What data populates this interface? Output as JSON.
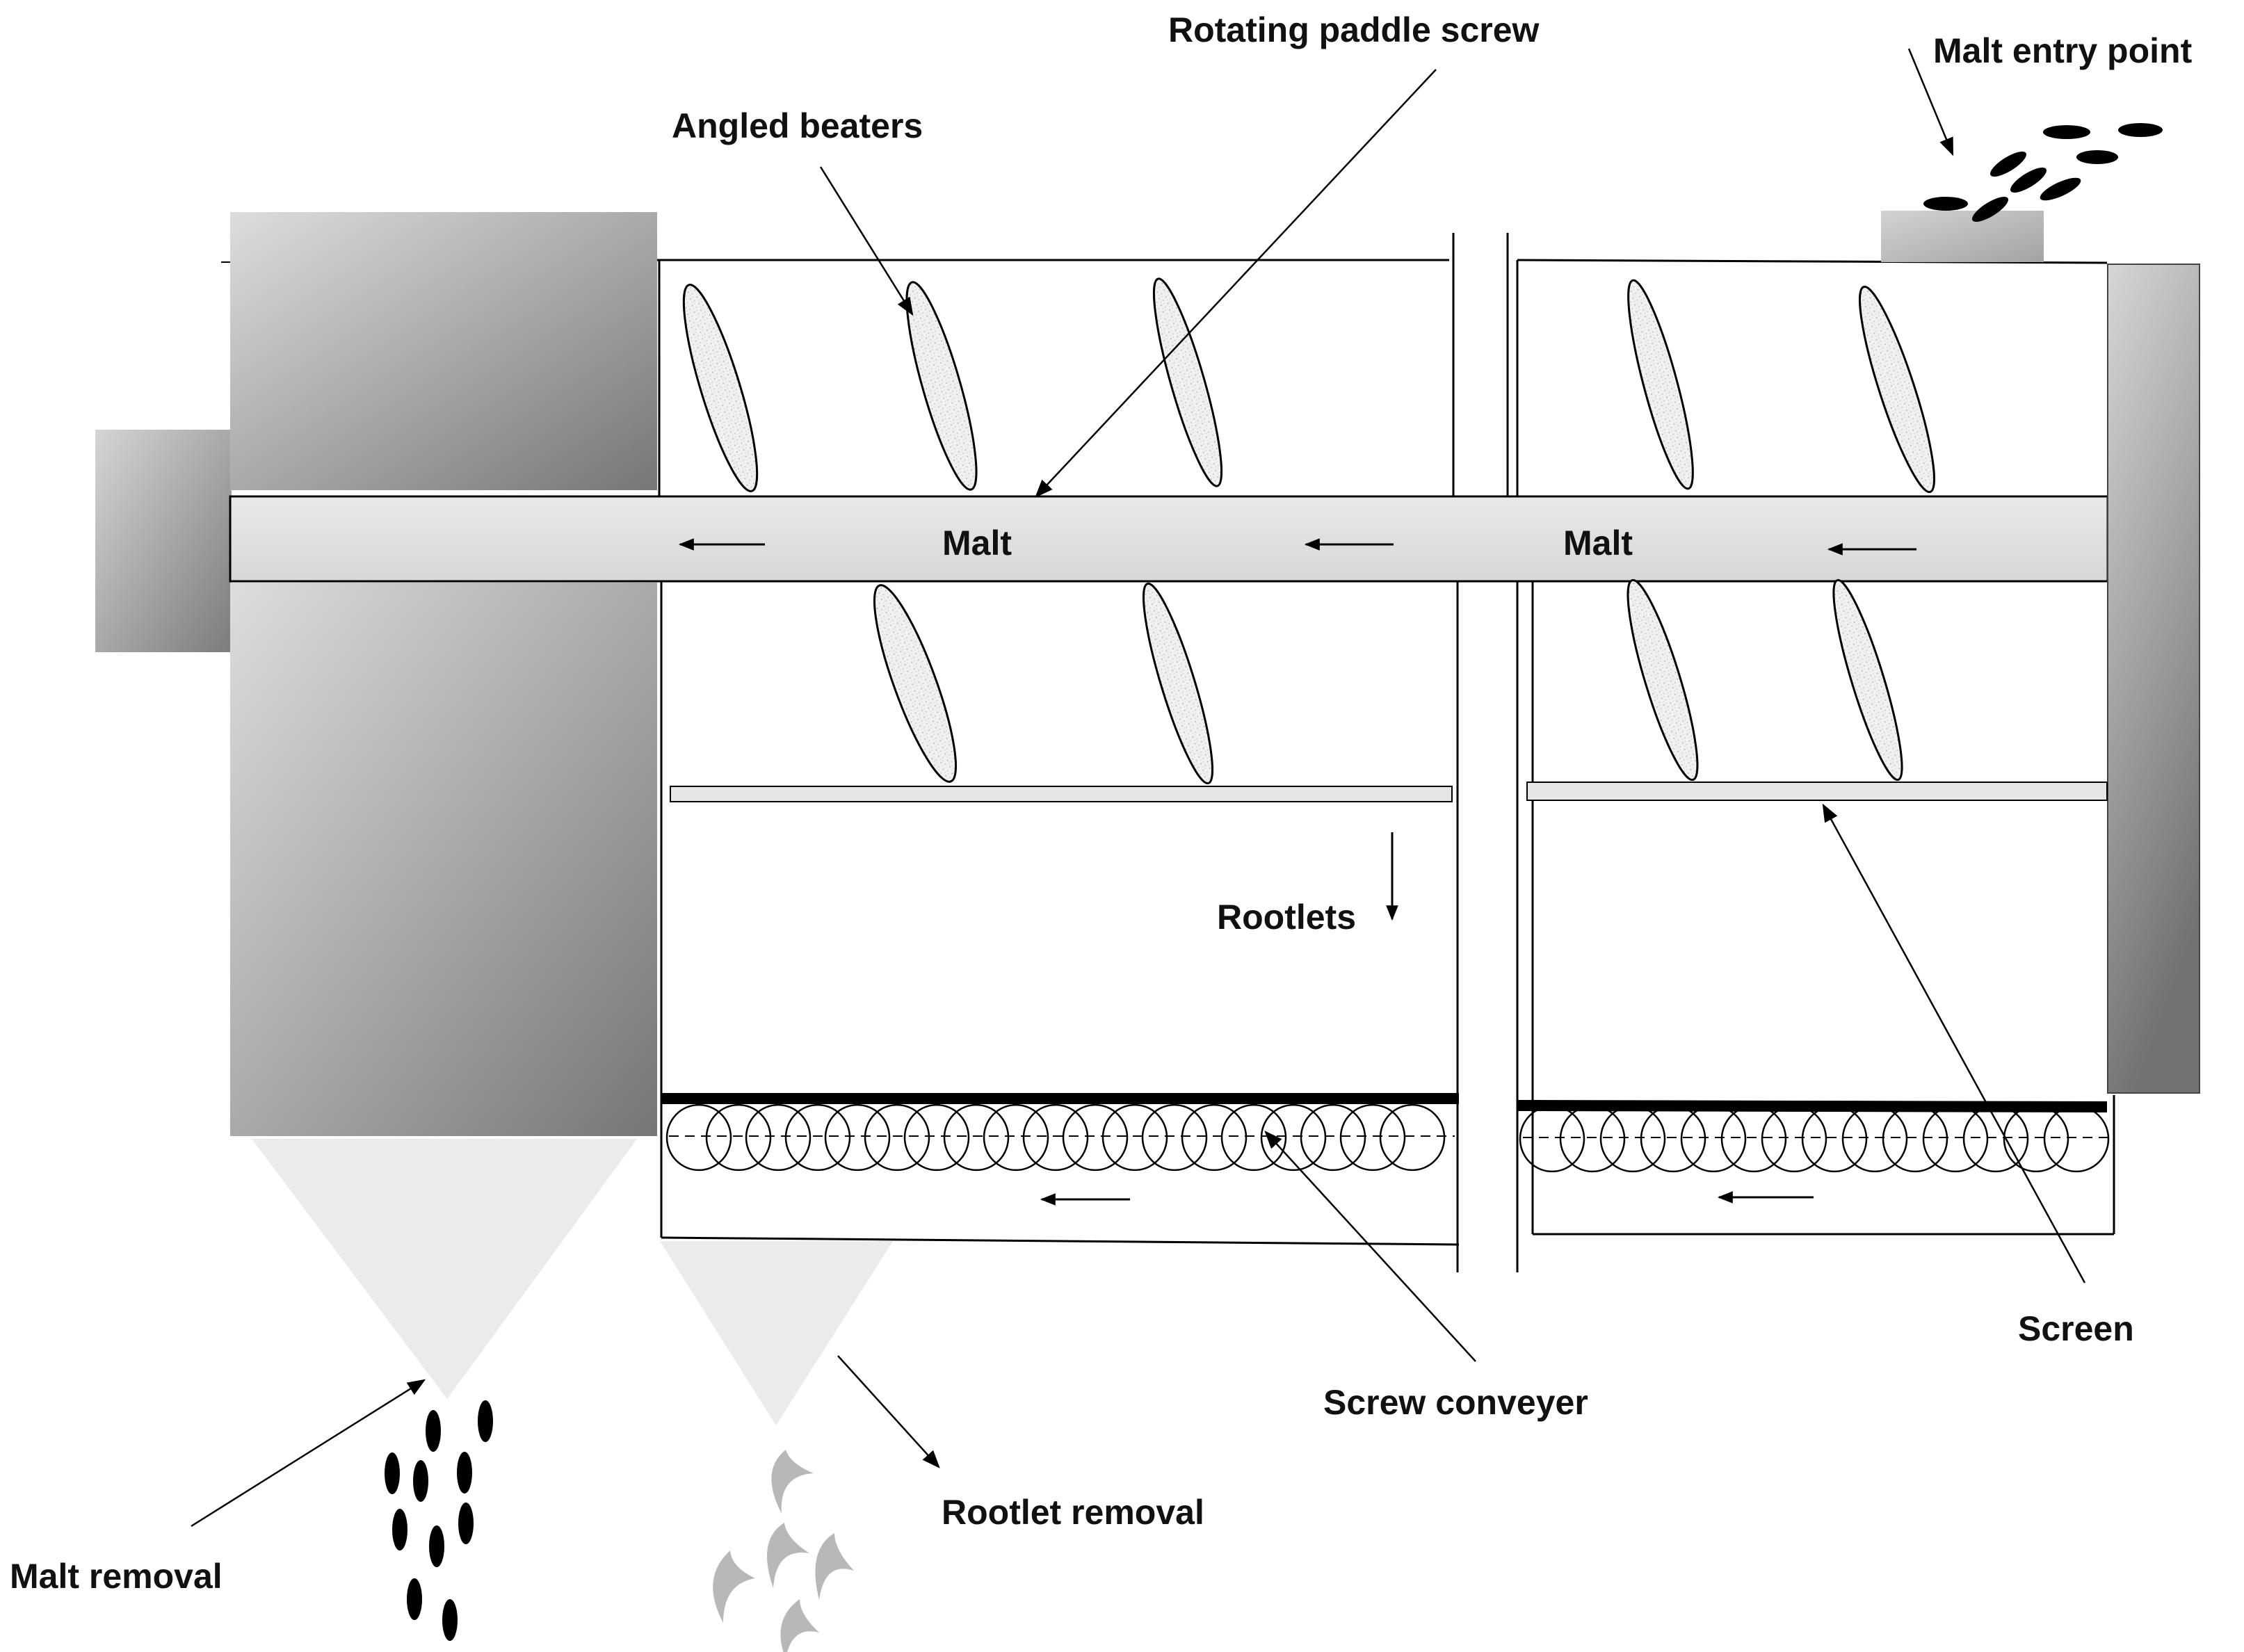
{
  "labels": {
    "rotating_paddle_screw": "Rotating paddle screw",
    "malt_entry_point": "Malt entry point",
    "angled_beaters": "Angled beaters",
    "malt_left": "Malt",
    "malt_right": "Malt",
    "rootlets": "Rootlets",
    "screw_conveyer": "Screw conveyer",
    "screen": "Screen",
    "malt_removal": "Malt removal",
    "rootlet_removal": "Rootlet removal"
  },
  "colors": {
    "housing_light": "#d8d8d8",
    "housing_dark": "#7a7a7a",
    "shaft_fill": "#e6e6e6",
    "hopper_fill": "#ebebeb",
    "beater_fill": "#eeeeee",
    "grain": "#000000",
    "line": "#000000"
  }
}
